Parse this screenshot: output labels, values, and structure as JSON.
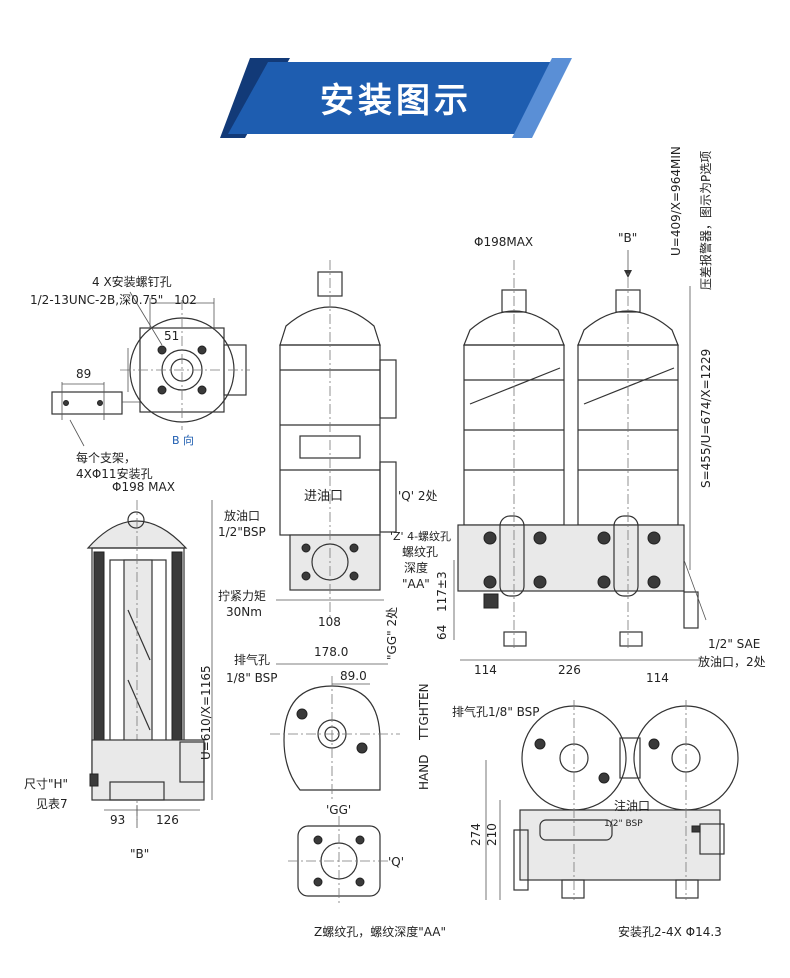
{
  "header": {
    "title": "安装图示",
    "colors": {
      "primary": "#1e5db0",
      "dark": "#123a78"
    }
  },
  "labels": {
    "mount_holes": "4 X安装螺钉孔",
    "mount_holes_spec": "1/2-13UNC-2B,深0.75\"",
    "dim_102": "102",
    "dim_51": "51",
    "dim_89": "89",
    "b_view": "B 向",
    "bracket_note_1": "每个支架，",
    "bracket_note_2": "4XΦ11安装孔",
    "dia_198_left": "Φ198 MAX",
    "drain_port": "放油口",
    "drain_port_spec": "1/2\"BSP",
    "torque": "拧紧力矩",
    "torque_value": "30Nm",
    "dim_u610": "U=610/X=1165",
    "size_h": "尺寸\"H\"",
    "see_table": "见表7",
    "dim_93": "93",
    "dim_126": "126",
    "view_b_left": "\"B\"",
    "inlet": "进油口",
    "q_two": "'Q' 2处",
    "z_thread_1": "'Z' 4-螺纹孔",
    "z_thread_2": "螺纹孔",
    "z_thread_3": "深度",
    "z_thread_4": "\"AA\"",
    "dim_108": "108",
    "gg_two": "\"GG\" 2处",
    "dim_178": "178.0",
    "dim_89_0": "89.0",
    "vent_port": "排气孔",
    "vent_spec": "1/8\" BSP",
    "tightten": "TTGHTEN",
    "hand": "HAND",
    "gg_label": "'GG'",
    "q_label": "'Q'",
    "z_note": "Z螺纹孔，螺纹深度\"AA\"",
    "dia_198_right": "Φ198MAX",
    "view_b_right": "\"B\"",
    "dim_u409": "U=409/X=964MIN",
    "diff_alarm": "压差报警器，图示为P选项",
    "dim_s455": "S=455/U=674/X=1229",
    "dim_64": "64",
    "dim_117": "117±3",
    "dim_114a": "114",
    "dim_226": "226",
    "dim_114b": "114",
    "sae_port": "1/2\" SAE",
    "sae_drain": "放油口，2处",
    "vent_right": "排气孔1/8\" BSP",
    "drain_right": "注油口",
    "drain_right_spec": "1/2\" BSP",
    "dim_274": "274",
    "dim_210": "210",
    "mount_right": "安装孔2-4X Φ14.3"
  }
}
